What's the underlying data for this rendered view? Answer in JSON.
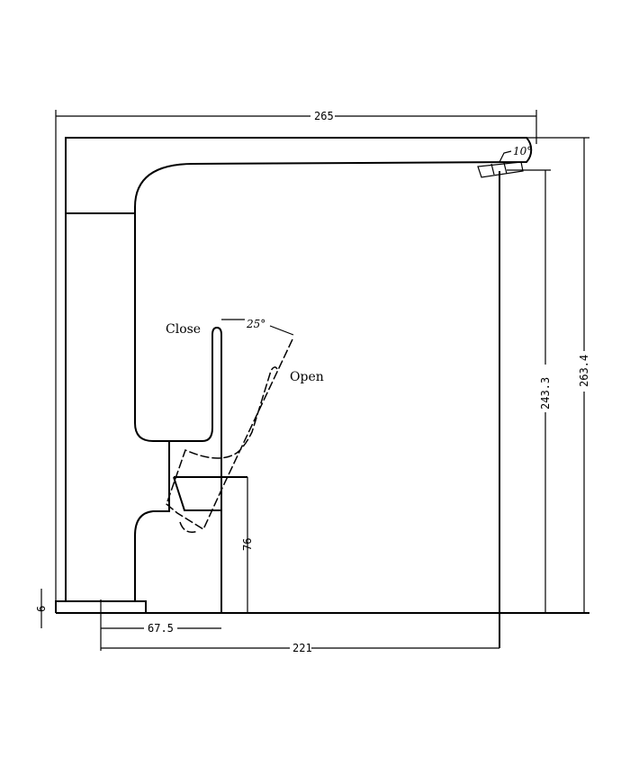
{
  "drawing": {
    "subject": "faucet side elevation",
    "labels": {
      "close": "Close",
      "open": "Open",
      "lever_angle": "25°",
      "spout_angle": "10°"
    },
    "dimensions": {
      "overall_width": "265",
      "overall_height": "263.4",
      "spout_outlet_height": "243.3",
      "base_to_spout_reach": "221",
      "base_to_lever_axis": "67.5",
      "lever_pivot_height": "76",
      "base_plate_thickness": "6"
    }
  }
}
